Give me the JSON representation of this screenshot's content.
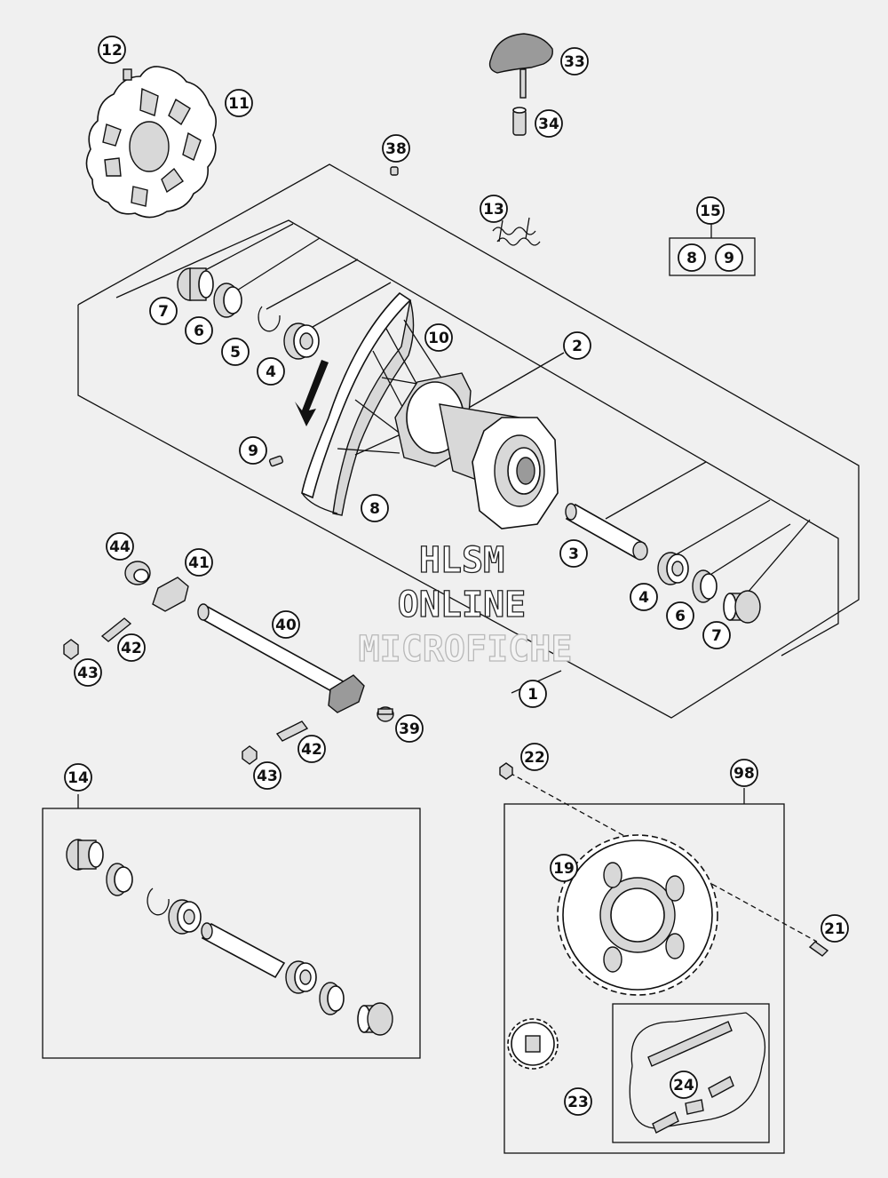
{
  "watermark": {
    "line1": "HLSM",
    "line2": "ONLINE",
    "line3": "MICROFICHE"
  },
  "callouts": {
    "c1": "1",
    "c2": "2",
    "c3": "3",
    "c4a": "4",
    "c4b": "4",
    "c5": "5",
    "c6a": "6",
    "c6b": "6",
    "c7a": "7",
    "c7b": "7",
    "c8": "8",
    "c9": "9",
    "c10": "10",
    "c11": "11",
    "c12": "12",
    "c13": "13",
    "c14": "14",
    "c15": "15",
    "c15a": "8",
    "c15b": "9",
    "c19": "19",
    "c21": "21",
    "c22": "22",
    "c23": "23",
    "c24": "24",
    "c33": "33",
    "c34": "34",
    "c38": "38",
    "c39": "39",
    "c40": "40",
    "c41": "41",
    "c42a": "42",
    "c42b": "42",
    "c43a": "43",
    "c43b": "43",
    "c44": "44",
    "c98": "98"
  }
}
